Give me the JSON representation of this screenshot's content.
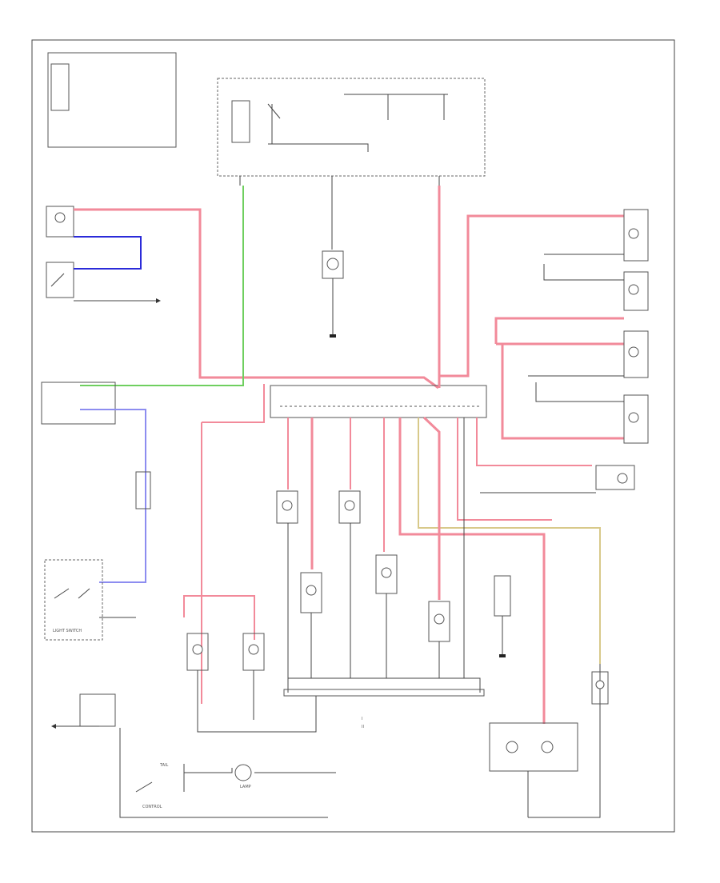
{
  "diagram": {
    "title": "",
    "colors": {
      "red": "#f28a9a",
      "green": "#6fcf5f",
      "blue": "#2b2bd9",
      "light_blue": "#8d8df0",
      "yellow": "#d8c98a",
      "gray": "#bdbdbd",
      "line": "#444444"
    },
    "labels": {
      "lamp_l": "LAMP",
      "tail": "TAIL",
      "control": "CONTROL",
      "light_switch": "LIGHT SWITCH",
      "bottom_left": "",
      "i_mark": "I",
      "ii_mark": "II"
    },
    "icons": {
      "bulb": "bulb-icon",
      "ground": "ground-icon",
      "switch": "switch-icon",
      "fuse": "fuse-icon",
      "relay": "relay-icon"
    }
  }
}
